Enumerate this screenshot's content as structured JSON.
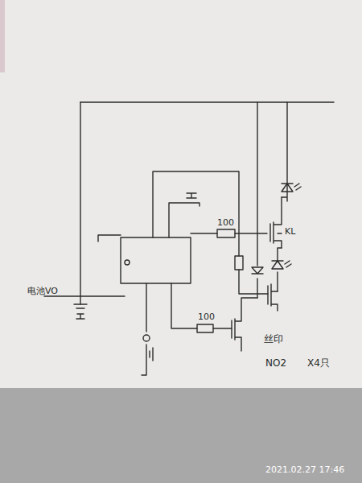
{
  "diagram": {
    "labels": [
      "100",
      "100",
      "KL",
      "电池VO",
      "丝印",
      "NO2",
      "X4只",
      "2021.02.27 17:46"
    ]
  }
}
